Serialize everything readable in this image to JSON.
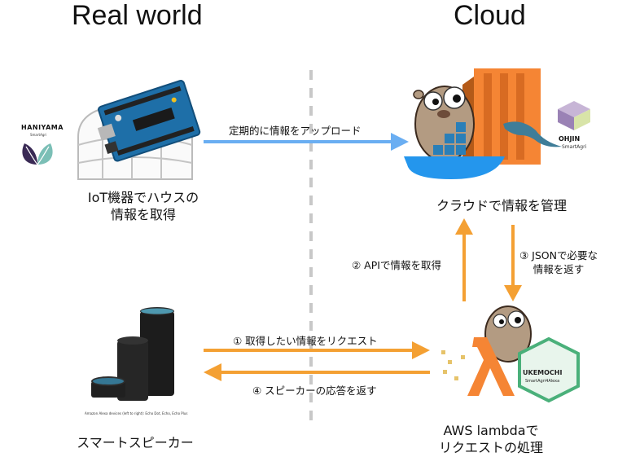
{
  "headings": {
    "left": "Real world",
    "right": "Cloud"
  },
  "left_logo": {
    "name": "HANIYAMA",
    "sub": "SmartAgri"
  },
  "right_logo": {
    "name": "OHJIN",
    "sub": "SmartAgri"
  },
  "nodes": {
    "iot": {
      "line1": "IoT機器でハウスの",
      "line2": "情報を取得"
    },
    "cloud": {
      "label": "クラウドで情報を管理"
    },
    "speaker": {
      "label": "スマートスピーカー",
      "caption": "Amazon Alexa devices (left to right): Echo Dot, Echo, Echo Plus"
    },
    "lambda": {
      "line1": "AWS lambdaで",
      "line2": "リクエストの処理",
      "badge_title": "UKEMOCHI",
      "badge_sub": "SmartAgri4Alexa"
    }
  },
  "arrows": {
    "upload": "定期的に情報をアップロード",
    "api": "② APIで情報を取得",
    "json_line1": "③ JSONで必要な",
    "json_line2": "情報を返す",
    "request": "① 取得したい情報をリクエスト",
    "respond": "④ スピーカーの応答を返す"
  },
  "colors": {
    "blue_arrow": "#6aaef2",
    "orange_arrow": "#f4a033",
    "divider": "#c8c8c8",
    "aws_orange": "#f58534",
    "docker_blue": "#2496ed",
    "ukemochi_green": "#4ab07a"
  }
}
